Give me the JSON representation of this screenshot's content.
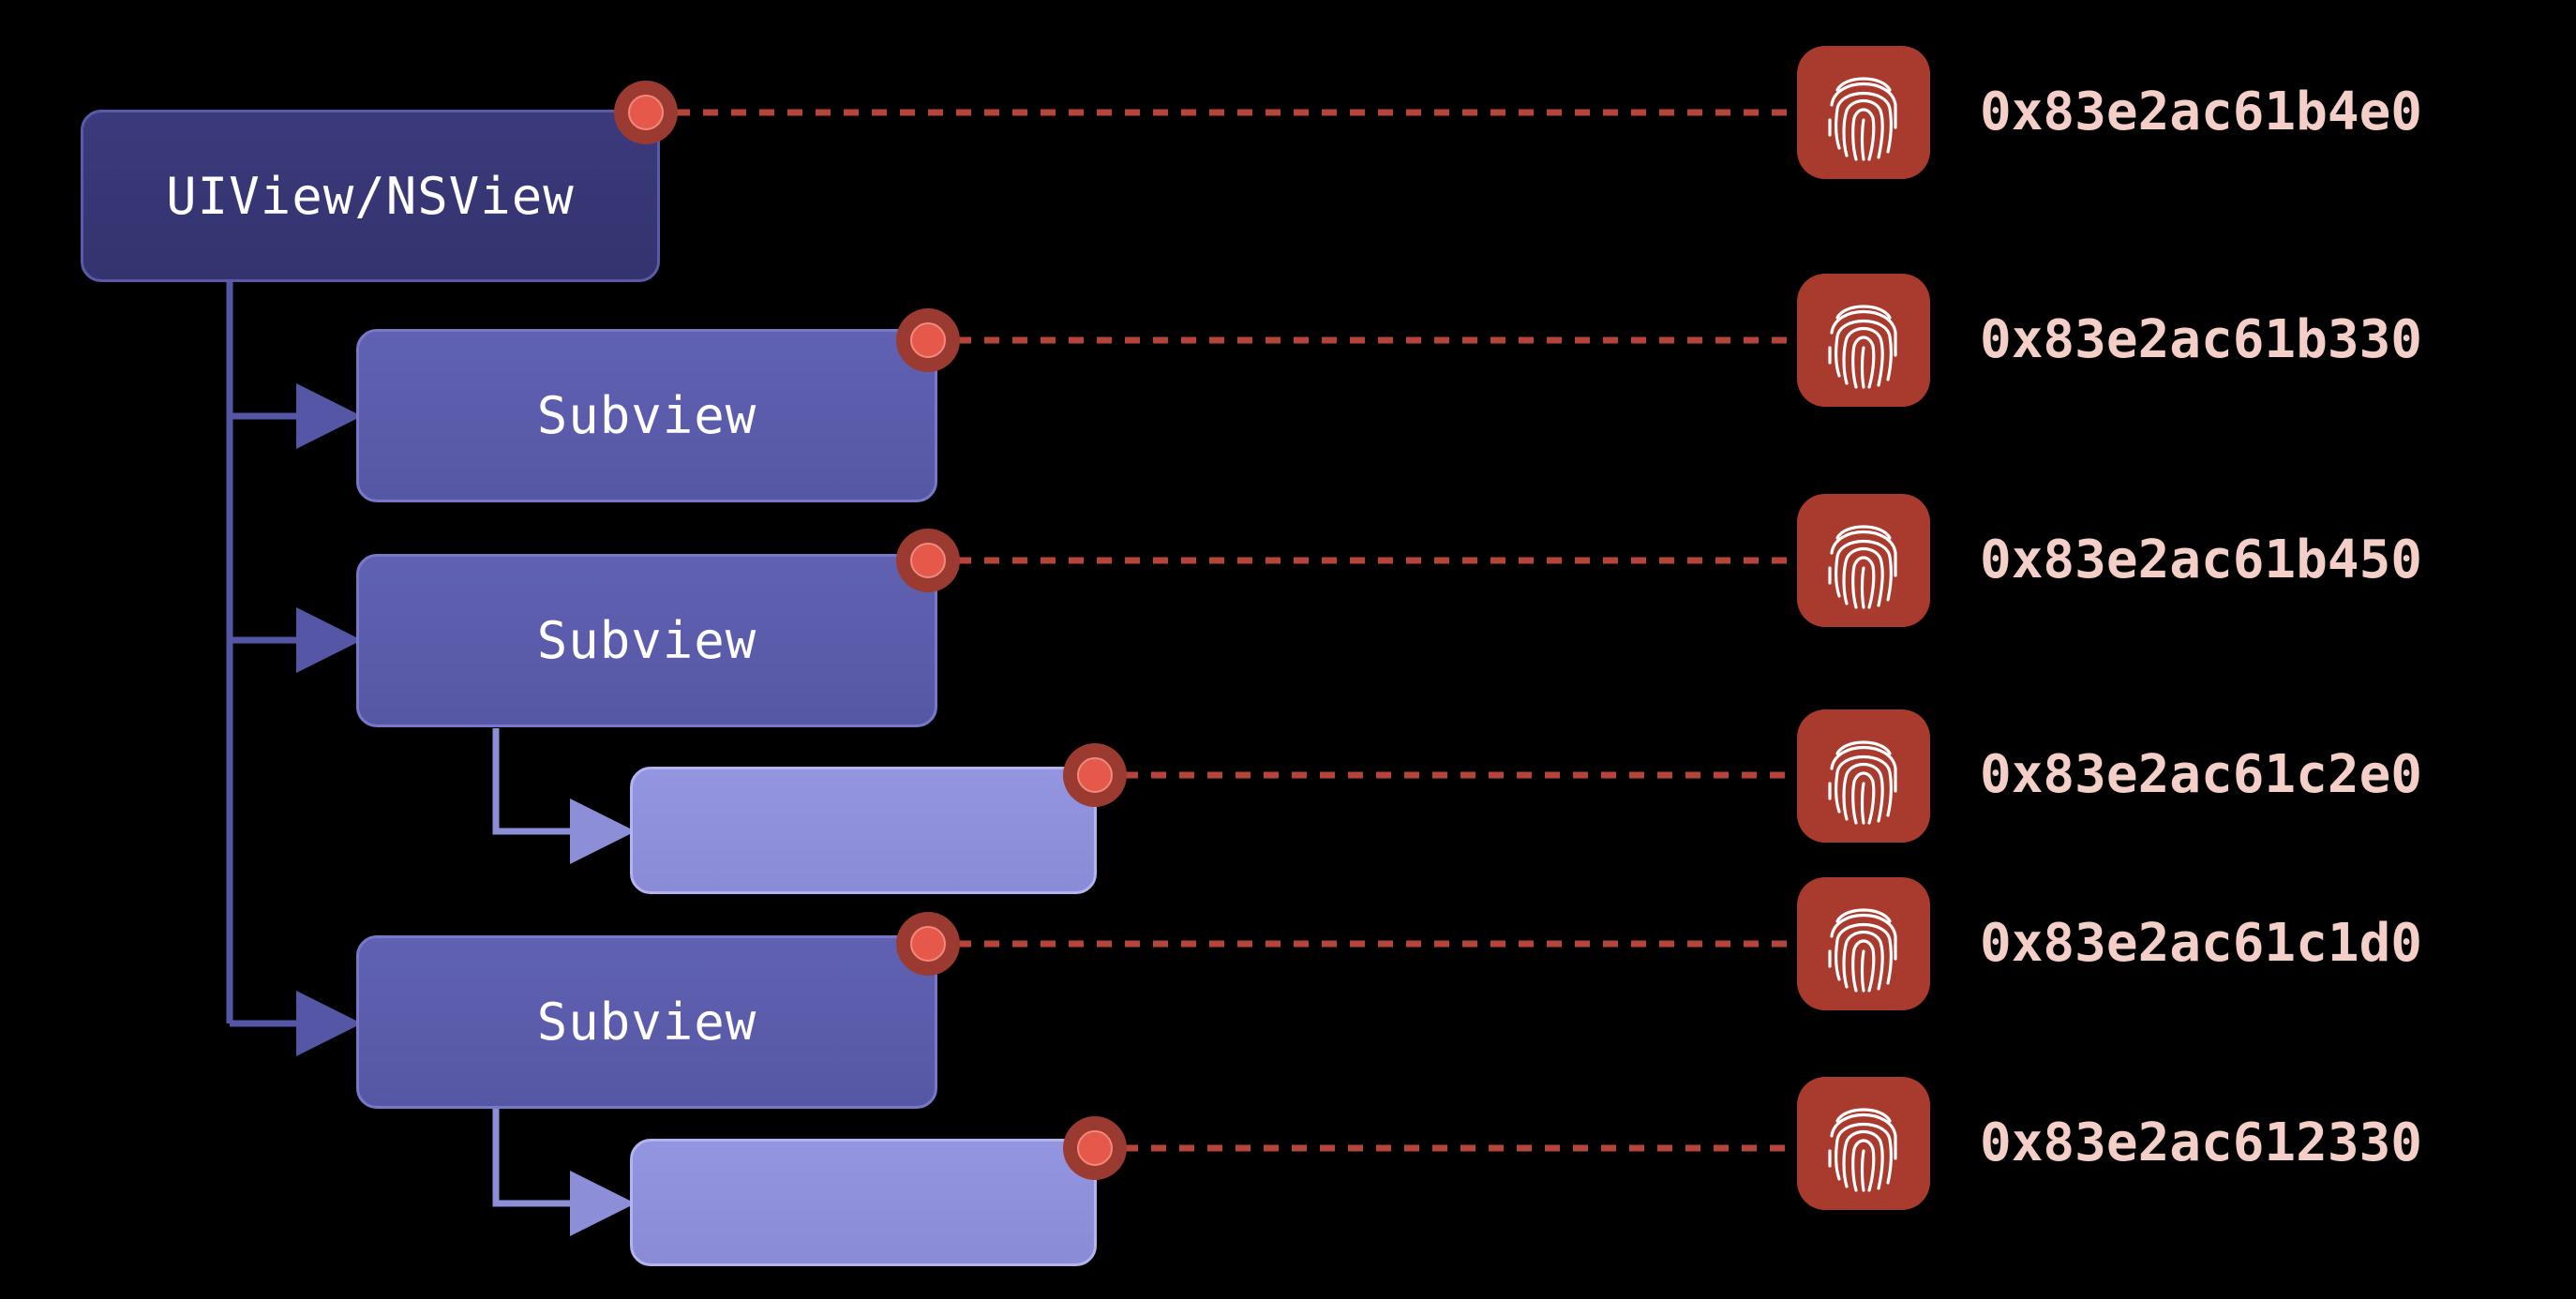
{
  "diagram": {
    "root": {
      "label": "UIView/NSView",
      "address": "0x83e2ac61b4e0"
    },
    "subviews": [
      {
        "label": "Subview",
        "address": "0x83e2ac61b330",
        "children": []
      },
      {
        "label": "Subview",
        "address": "0x83e2ac61b450",
        "children": [
          {
            "label": "",
            "address": "0x83e2ac61c2e0"
          }
        ]
      },
      {
        "label": "Subview",
        "address": "0x83e2ac61c1d0",
        "children": [
          {
            "label": "",
            "address": "0x83e2ac612330"
          }
        ]
      }
    ],
    "icons": {
      "identity": "fingerprint-icon",
      "connector": "pin-dot-icon"
    },
    "colors": {
      "background": "#000000",
      "root_fill": "#3b3a7c",
      "subview_fill": "#5c5dad",
      "leaf_fill": "#9092dc",
      "tree_line": "#5556a6",
      "leaf_line": "#8c8ed8",
      "connector_dash": "#b5453a",
      "fingerprint_tile": "#a83a2e",
      "address_text": "#f3cfc8"
    }
  }
}
